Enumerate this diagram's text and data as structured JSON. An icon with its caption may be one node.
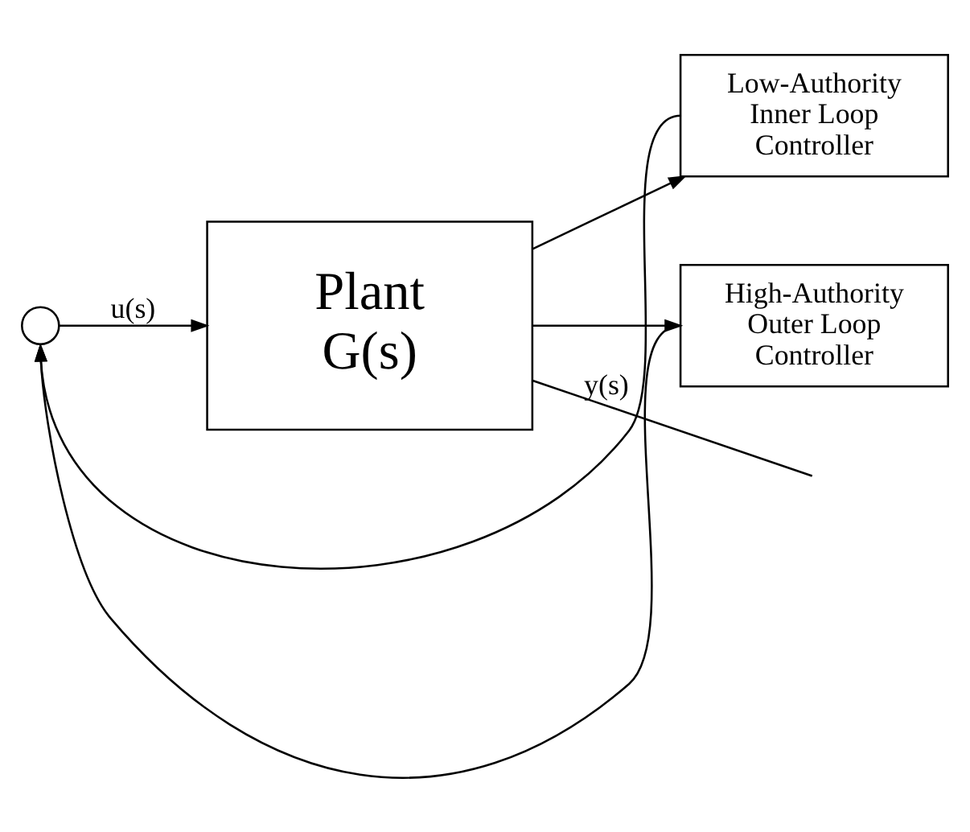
{
  "diagram": {
    "nodes": [
      {
        "text": [],
        "shape": "circle"
      },
      {
        "text": [
          "Plant",
          "G(s)"
        ]
      },
      {
        "text": [
          "Low-Authority Inner Loop Controller"
        ]
      },
      {
        "text": [
          "High-Authority Outer Loop Controller"
        ]
      }
    ],
    "edges": [
      {
        "from": 0,
        "to": 1,
        "arrow": "to",
        "label": "u(s)"
      },
      {
        "from": 1,
        "to": null,
        "arrow": "none",
        "label": "y(s)"
      },
      {
        "from": 1,
        "to": 2,
        "arrow": "to"
      },
      {
        "from": 1,
        "to": 3,
        "arrow": "to"
      },
      {
        "from": 2,
        "to": 0,
        "arrow": "to"
      },
      {
        "from": 3,
        "to": 0,
        "arrow": "to"
      }
    ]
  }
}
